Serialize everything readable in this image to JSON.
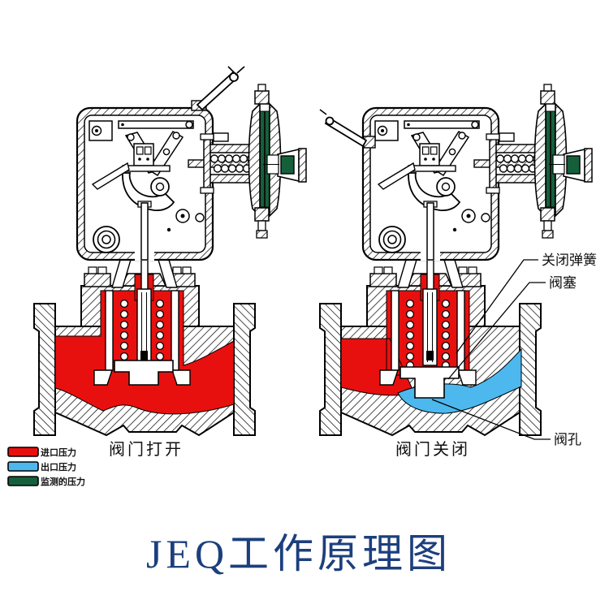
{
  "title": "JEQ工作原理图",
  "diagrams": {
    "open_caption": "阀门打开",
    "closed_caption": "阀门关闭"
  },
  "legend": {
    "inlet": "进口压力",
    "outlet": "出口压力",
    "monitored": "监测的压力"
  },
  "labels": {
    "closing_spring": "关闭弹簧",
    "valve_plug": "阀塞",
    "valve_orifice": "阀孔"
  },
  "colors": {
    "inlet": "#e8100e",
    "outlet": "#4cb8ee",
    "monitored": "#15603a",
    "title": "#1c3f7d",
    "ink": "#000000",
    "bg": "#ffffff"
  }
}
